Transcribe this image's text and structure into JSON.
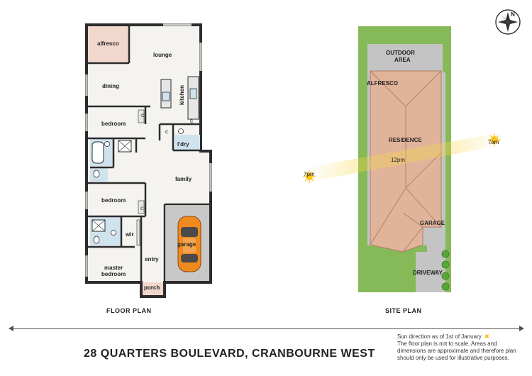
{
  "floor_plan": {
    "caption": "FLOOR PLAN",
    "rooms": {
      "alfresco": "alfresco",
      "lounge": "lounge",
      "dining": "dining",
      "kitchen": "kitchen",
      "bedroom1": "bedroom",
      "laundry": "l'dry",
      "family": "family",
      "bedroom2": "bedroom",
      "wir": "wir",
      "garage": "garage",
      "master": "master",
      "master2": "bedroom",
      "entry": "entry",
      "porch": "porch"
    },
    "cupboard_mark": "c",
    "colors": {
      "floor": "#f4f3ef",
      "wall": "#2c2c2c",
      "alfresco": "#f2d8cc",
      "bath": "#cfe3ee",
      "garage": "#c8c8c8",
      "car": "#f08a1e"
    }
  },
  "site_plan": {
    "caption": "SITE PLAN",
    "labels": {
      "outdoor1": "OUTDOOR",
      "outdoor2": "AREA",
      "alfresco": "ALFRESCO",
      "residence": "RESIDENCE",
      "garage": "GARAGE",
      "driveway": "DRIVEWAY"
    },
    "sun_times": {
      "morning": "7am",
      "noon": "12pm",
      "evening": "7pm"
    },
    "colors": {
      "lawn": "#86b957",
      "paving": "#c4c4c4",
      "roof": "#e0b49a",
      "roof_line": "#b07c62",
      "sun": "#f5c518"
    }
  },
  "compass": {
    "label": "N"
  },
  "footer": {
    "address": "28 QUARTERS BOULEVARD, CRANBOURNE WEST",
    "sun_note": "Sun direction as of 1st of January",
    "disclaimer": "The floor plan is not to scale. Areas and dimensions are approximate and therefore plan should only be used for illustrative purposes."
  }
}
